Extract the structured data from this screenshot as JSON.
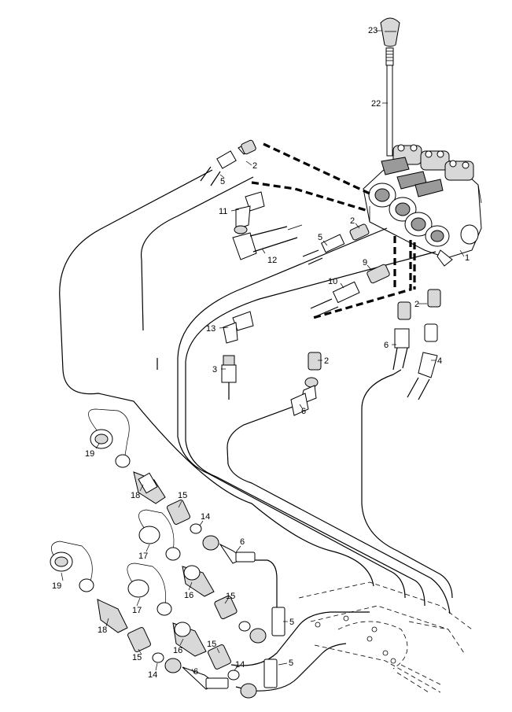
{
  "callouts": [
    {
      "id": "c-23",
      "text": "23"
    },
    {
      "id": "c-22",
      "text": "22"
    },
    {
      "id": "c-1",
      "text": "1"
    },
    {
      "id": "c-2a",
      "text": "2"
    },
    {
      "id": "c-5a",
      "text": "5"
    },
    {
      "id": "c-11",
      "text": "11"
    },
    {
      "id": "c-12",
      "text": "12"
    },
    {
      "id": "c-2b",
      "text": "2"
    },
    {
      "id": "c-5b",
      "text": "5"
    },
    {
      "id": "c-9",
      "text": "9"
    },
    {
      "id": "c-10",
      "text": "10"
    },
    {
      "id": "c-13",
      "text": "13"
    },
    {
      "id": "c-3",
      "text": "3"
    },
    {
      "id": "c-2c",
      "text": "2"
    },
    {
      "id": "c-6a",
      "text": "6"
    },
    {
      "id": "c-2d",
      "text": "2"
    },
    {
      "id": "c-6b",
      "text": "6"
    },
    {
      "id": "c-4",
      "text": "4"
    },
    {
      "id": "c-19a",
      "text": "19"
    },
    {
      "id": "c-18a",
      "text": "18"
    },
    {
      "id": "c-15a",
      "text": "15"
    },
    {
      "id": "c-14a",
      "text": "14"
    },
    {
      "id": "c-6c",
      "text": "6"
    },
    {
      "id": "c-17a",
      "text": "17"
    },
    {
      "id": "c-16a",
      "text": "16"
    },
    {
      "id": "c-17b",
      "text": "17"
    },
    {
      "id": "c-15b",
      "text": "15"
    },
    {
      "id": "c-5c",
      "text": "5"
    },
    {
      "id": "c-19b",
      "text": "19"
    },
    {
      "id": "c-18b",
      "text": "18"
    },
    {
      "id": "c-16b",
      "text": "16"
    },
    {
      "id": "c-15c",
      "text": "15"
    },
    {
      "id": "c-14b",
      "text": "14"
    },
    {
      "id": "c-6d",
      "text": "6"
    },
    {
      "id": "c-14c",
      "text": "14"
    },
    {
      "id": "c-15d",
      "text": "15"
    },
    {
      "id": "c-5d",
      "text": "5"
    }
  ]
}
